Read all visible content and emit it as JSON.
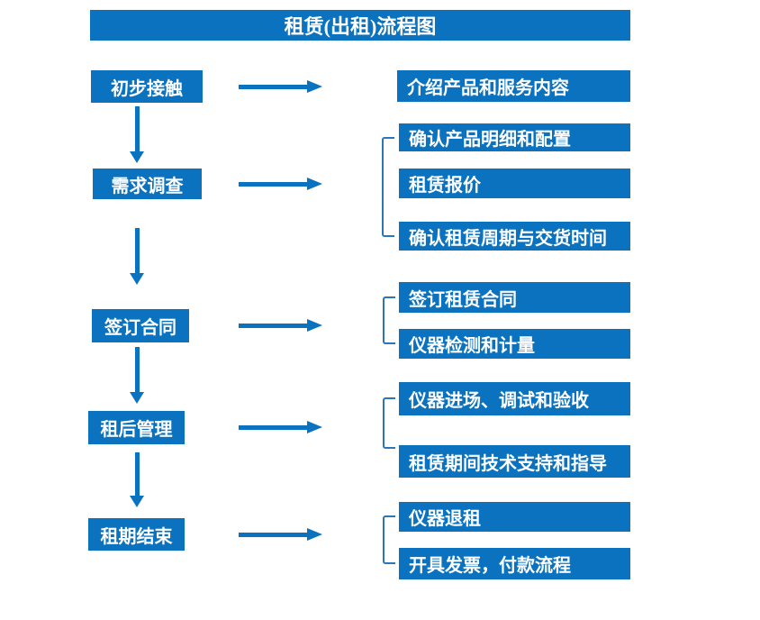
{
  "title": "租赁(出租)流程图",
  "colors": {
    "primary": "#0a72be",
    "bracket": "#2e75b6",
    "background": "#ffffff",
    "text_on_primary": "#ffffff"
  },
  "stages": [
    {
      "label": "初步接触",
      "details": [
        "介绍产品和服务内容"
      ]
    },
    {
      "label": "需求调查",
      "details": [
        "确认产品明细和配置",
        "租赁报价",
        "确认租赁周期与交货时间"
      ]
    },
    {
      "label": "签订合同",
      "details": [
        "签订租赁合同",
        "仪器检测和计量"
      ]
    },
    {
      "label": "租后管理",
      "details": [
        "仪器进场、调试和验收",
        "租赁期间技术支持和指导"
      ]
    },
    {
      "label": "租期结束",
      "details": [
        "仪器退租",
        "开具发票，付款流程"
      ]
    }
  ]
}
